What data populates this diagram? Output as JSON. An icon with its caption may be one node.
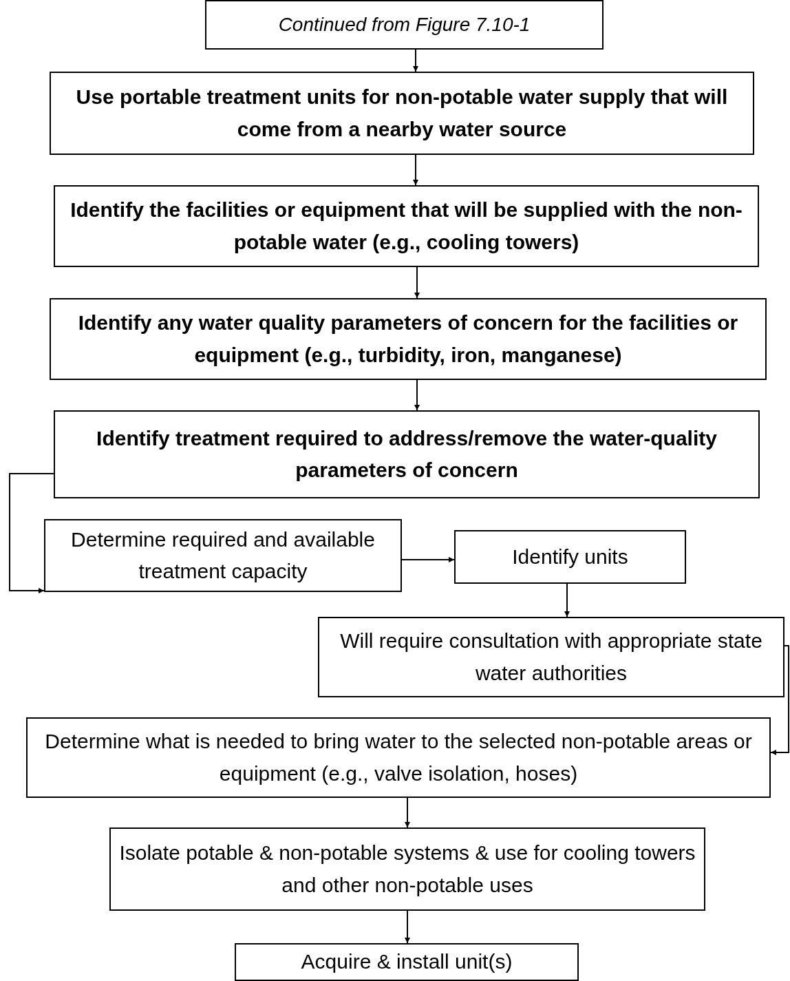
{
  "diagram": {
    "nodes": [
      {
        "text": [
          "Continued from Figure 7.10-1"
        ]
      },
      {
        "text": [
          "Use portable treatment units for non-potable water supply that will come from a nearby water source"
        ]
      },
      {
        "text": [
          "Identify the facilities or equipment that will be supplied with the non-potable water (e.g., cooling towers)"
        ]
      },
      {
        "text": [
          "Identify any water quality parameters of concern for the facilities or equipment (e.g., turbidity, iron, manganese)"
        ]
      },
      {
        "text": [
          "Identify treatment required to address/remove the water-quality parameters of concern"
        ]
      },
      {
        "text": [
          "Determine required and available treatment capacity"
        ]
      },
      {
        "text": [
          "Identify units"
        ]
      },
      {
        "text": [
          "Will require consultation with appropriate state water authorities"
        ]
      },
      {
        "text": [
          "Determine what is needed to bring water to the selected non-potable areas or equipment (e.g., valve isolation, hoses)"
        ]
      },
      {
        "text": [
          "Isolate potable & non-potable systems & use for cooling towers and other non-potable uses"
        ]
      },
      {
        "text": [
          "Acquire & install unit(s)"
        ]
      }
    ],
    "edges": [
      {
        "from": 0,
        "to": 1,
        "arrow": "to"
      },
      {
        "from": 1,
        "to": 2,
        "arrow": "to"
      },
      {
        "from": 2,
        "to": 3,
        "arrow": "to"
      },
      {
        "from": 3,
        "to": 4,
        "arrow": "to"
      },
      {
        "from": 4,
        "to": 5,
        "arrow": "to"
      },
      {
        "from": 5,
        "to": 6,
        "arrow": "to"
      },
      {
        "from": 6,
        "to": 7,
        "arrow": "to"
      },
      {
        "from": 7,
        "to": 8,
        "arrow": "to"
      },
      {
        "from": 8,
        "to": 9,
        "arrow": "to"
      },
      {
        "from": 9,
        "to": 10,
        "arrow": "to"
      }
    ]
  }
}
